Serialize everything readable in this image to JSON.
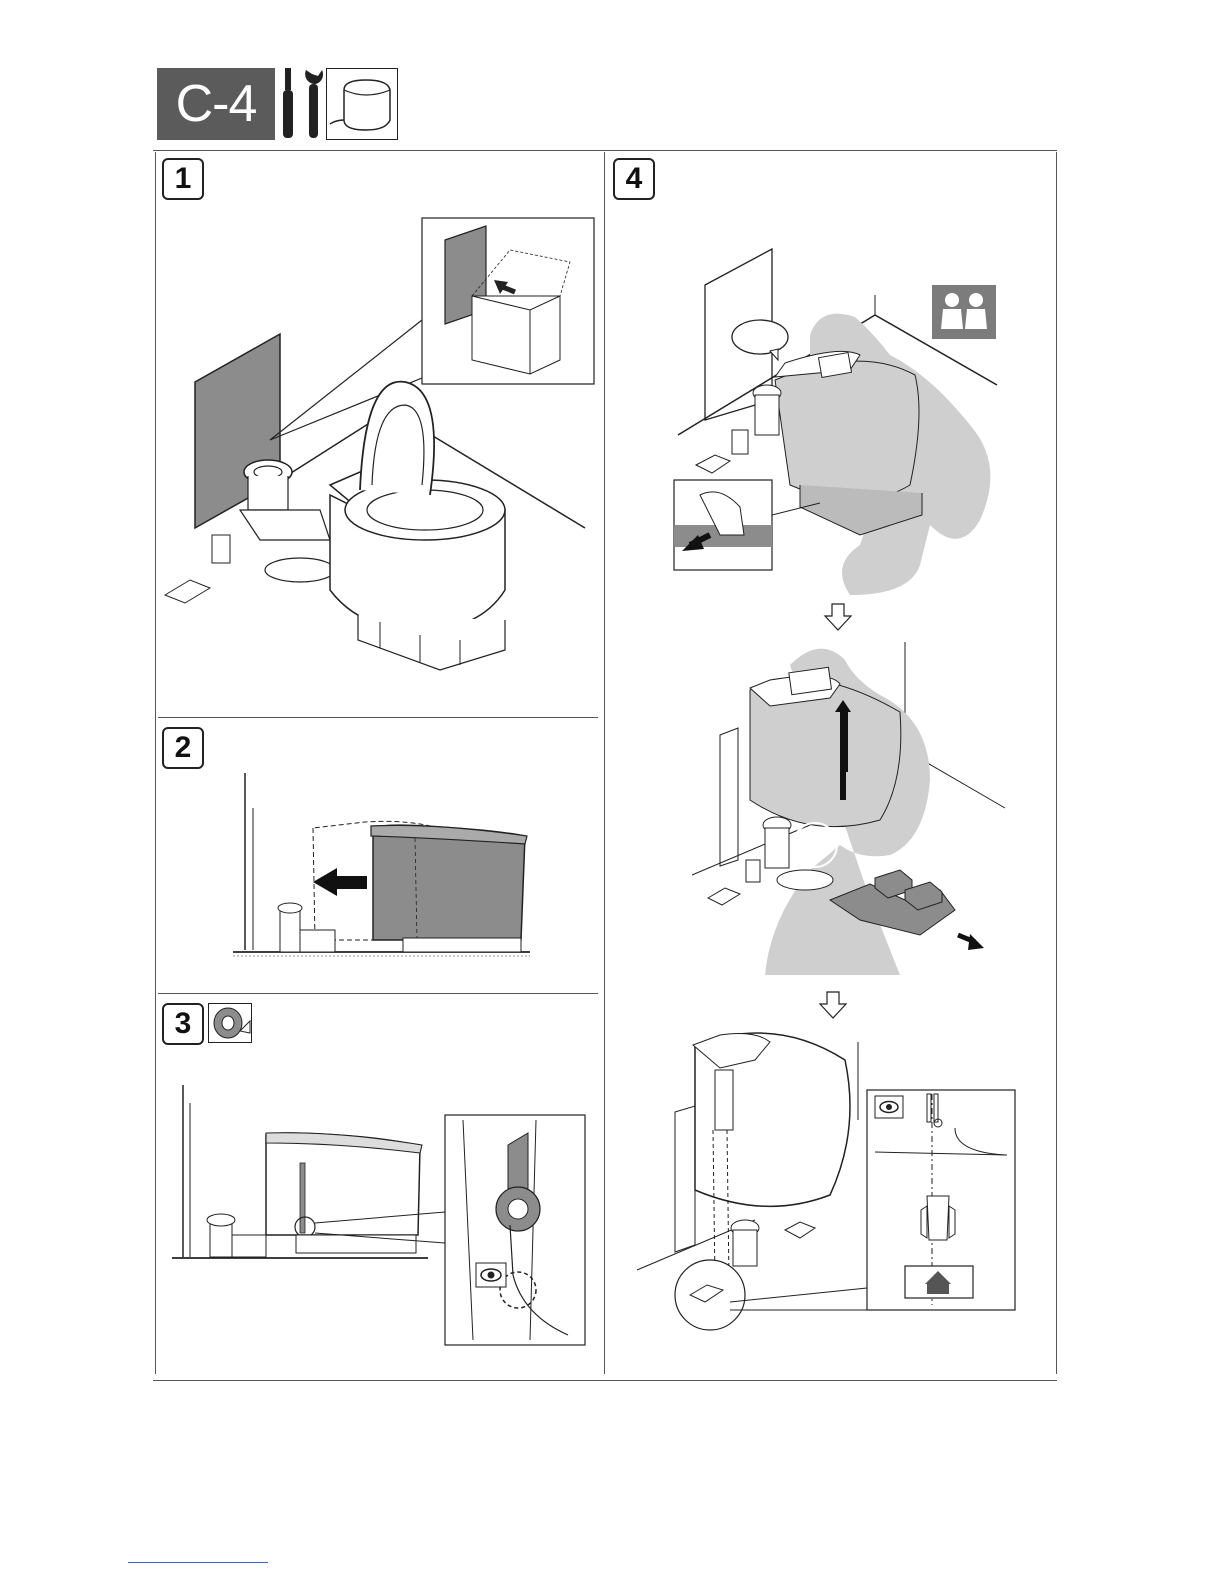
{
  "header": {
    "section_label": "C-4",
    "icons": [
      "tools-icon",
      "toilet-unit-icon"
    ]
  },
  "steps": [
    {
      "number": "1",
      "icons": [
        "panel-into-box-icon"
      ]
    },
    {
      "number": "2",
      "icons": [
        "slide-arrow-icon"
      ]
    },
    {
      "number": "3",
      "icons": [
        "tape-roll-icon",
        "eye-icon"
      ]
    },
    {
      "number": "4",
      "icons": [
        "two-persons-icon",
        "eye-icon",
        "speech-bubble-icon"
      ]
    }
  ],
  "colors": {
    "badge": "#5b5b5b",
    "fill_gray": "#8c8c8c",
    "silhouette": "#cfcfcf",
    "line": "#222222"
  }
}
